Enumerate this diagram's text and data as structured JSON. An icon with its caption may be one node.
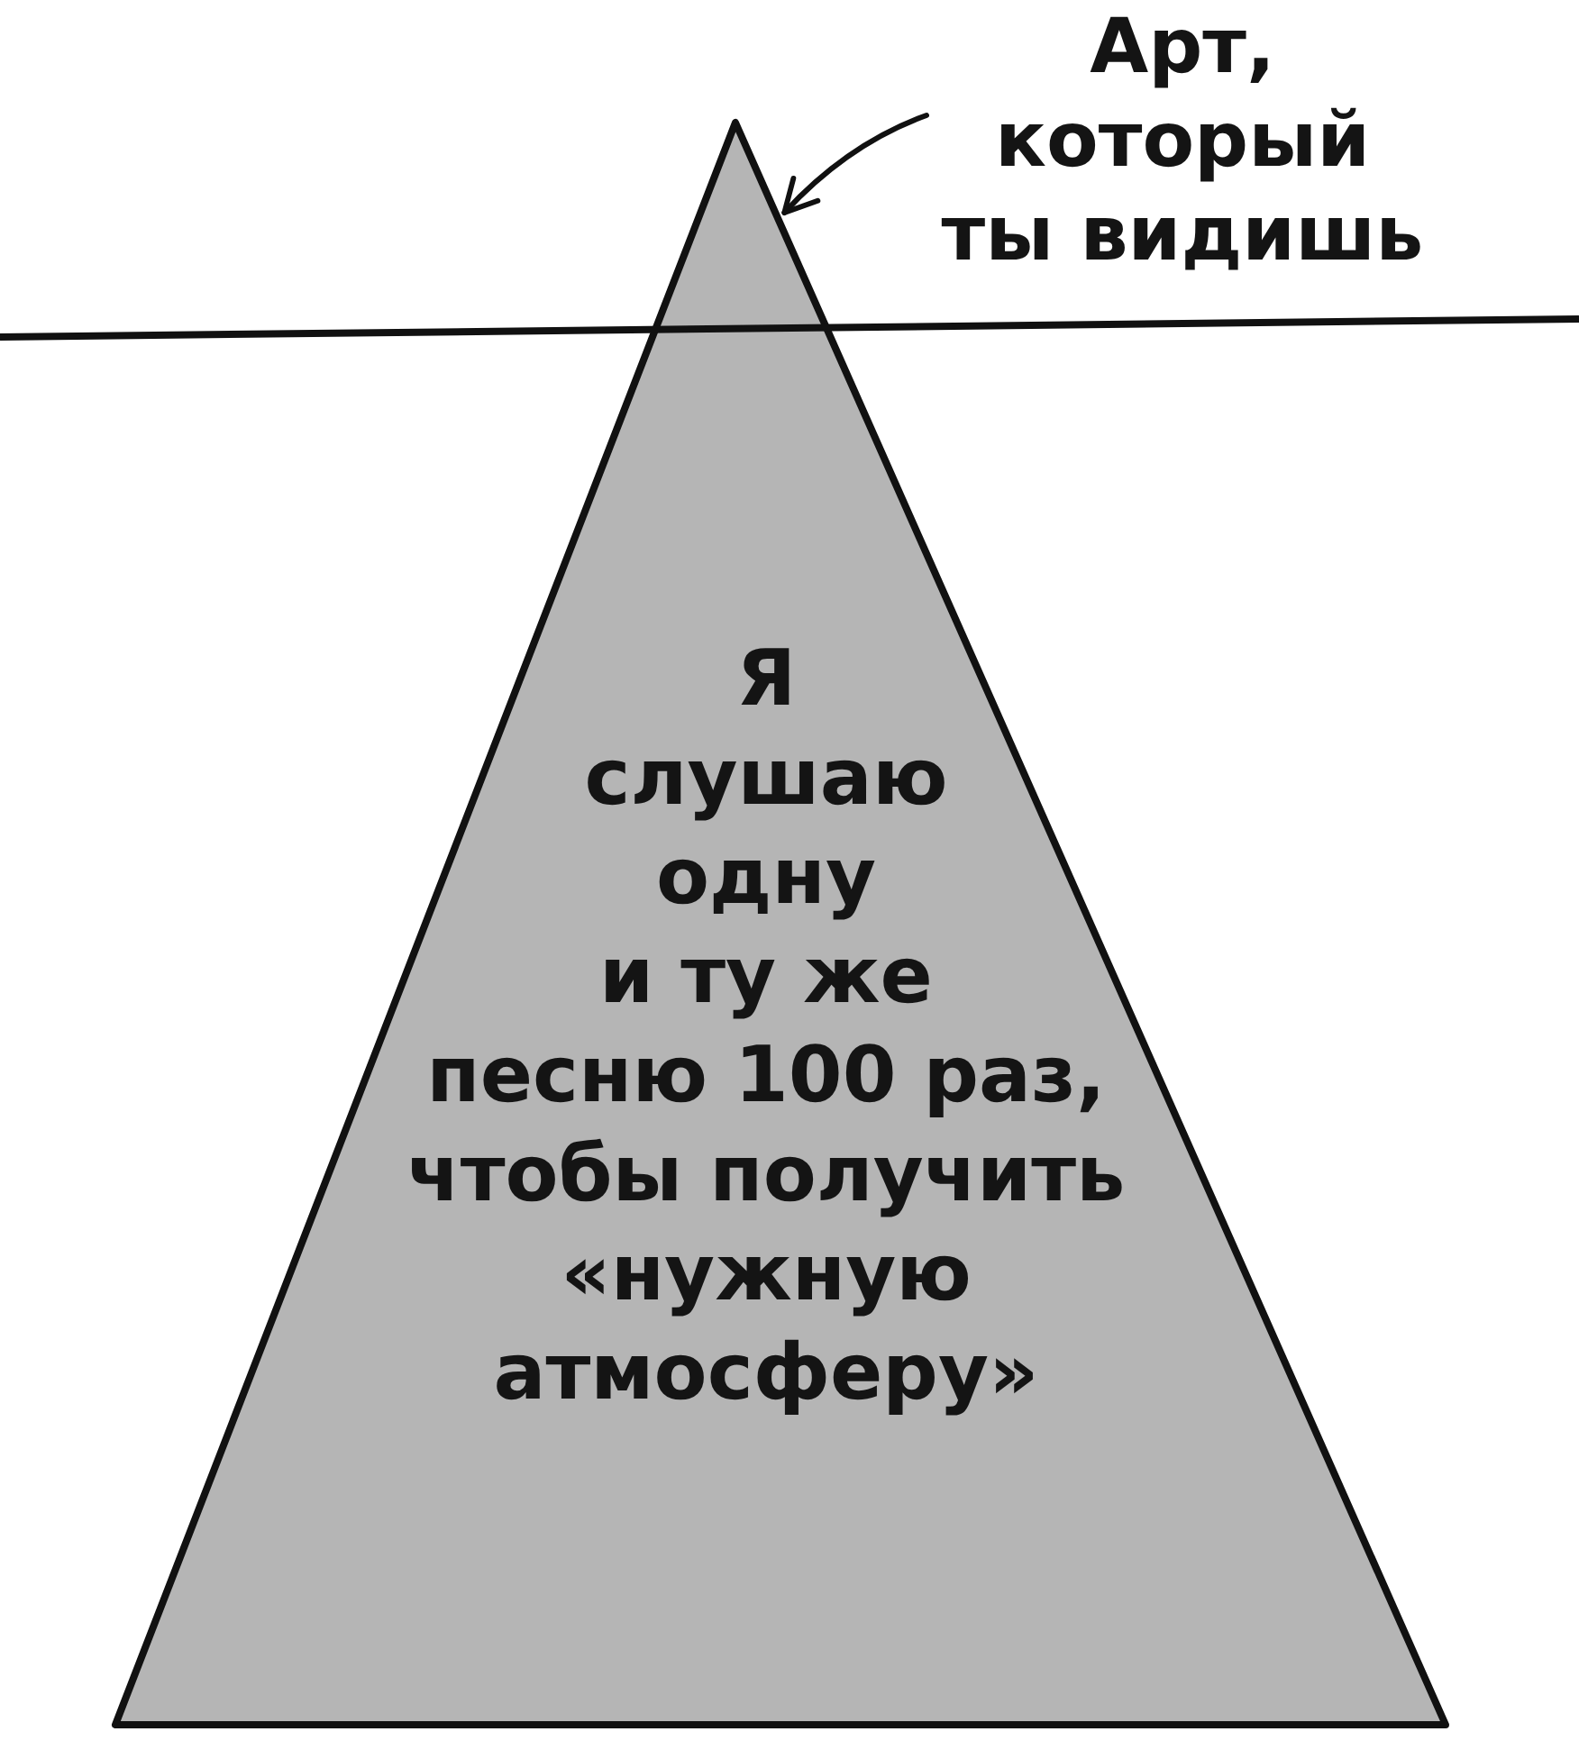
{
  "diagram": {
    "nodes": [
      {
        "text": [
          "Я слушаю одну и ту же песню 100 раз, чтобы получить «нужную атмосферу»"
        ]
      },
      {
        "text": [
          "Арт, который ты видишь"
        ]
      }
    ],
    "edges": [
      {
        "from": 1,
        "to": 0,
        "arrow": "to"
      }
    ]
  }
}
